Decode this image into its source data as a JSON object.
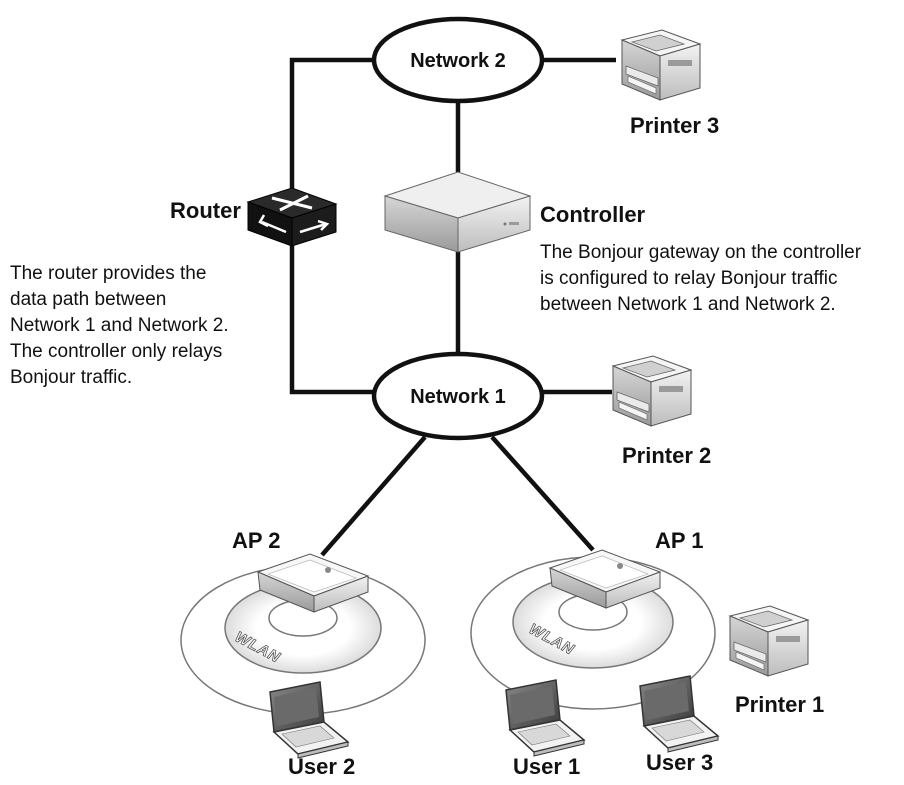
{
  "networks": {
    "network_2": "Network 2",
    "network_1": "Network 1"
  },
  "devices": {
    "router": "Router",
    "controller": "Controller",
    "printer_3": "Printer 3",
    "printer_2": "Printer 2",
    "printer_1": "Printer 1",
    "ap_2": "AP 2",
    "ap_1": "AP 1",
    "user_1": "User 1",
    "user_2": "User 2",
    "user_3": "User 3",
    "wlan_left": "WLAN",
    "wlan_right": "WLAN"
  },
  "notes": {
    "router_note": [
      "The router provides the",
      "data path between",
      "Network 1 and Network 2.",
      "The controller only relays",
      "Bonjour traffic."
    ],
    "controller_note": [
      "The Bonjour gateway on the controller",
      "is configured to relay Bonjour traffic",
      "between Network 1 and Network 2."
    ]
  }
}
